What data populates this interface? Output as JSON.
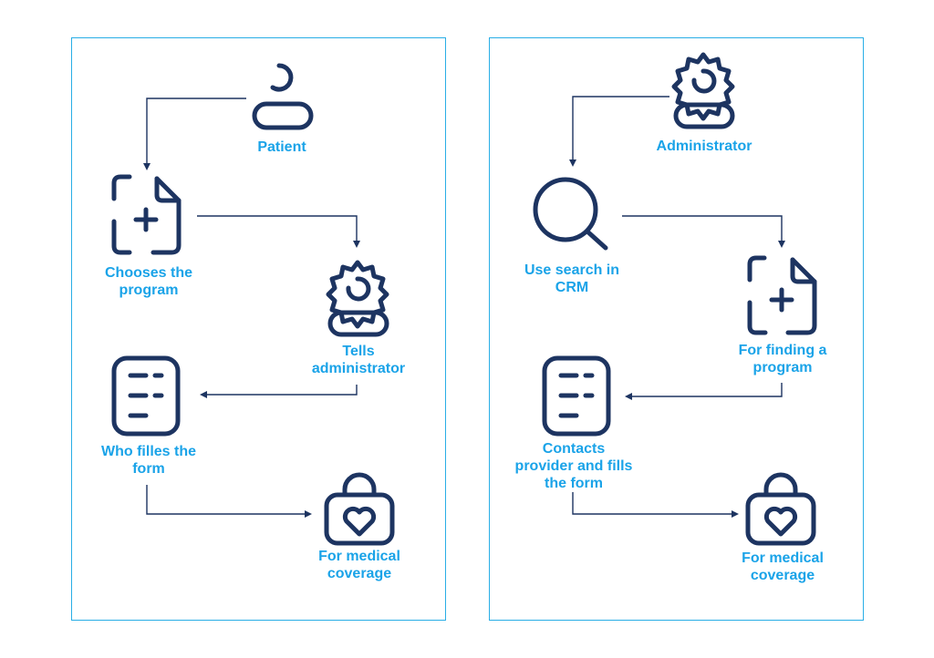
{
  "left_flow": {
    "patient": "Patient",
    "chooses_program": "Chooses the\nprogram",
    "tells_administrator": "Tells\nadministrator",
    "fills_form": "Who filles the\nform",
    "medical_coverage": "For medical\ncoverage"
  },
  "right_flow": {
    "administrator": "Administrator",
    "search_crm": "Use search in\nCRM",
    "finding_program": "For finding a\nprogram",
    "contacts_provider": "Contacts\nprovider and fills\nthe form",
    "medical_coverage": "For medical\ncoverage"
  },
  "colors": {
    "panel_border": "#29aee6",
    "icon": "#1d3461",
    "label": "#1aa3e8"
  },
  "icons": {
    "left": [
      "user-icon",
      "document-plus-icon",
      "admin-gear-icon",
      "list-document-icon",
      "lock-heart-icon"
    ],
    "right": [
      "admin-gear-icon",
      "search-icon",
      "document-plus-icon",
      "list-document-icon",
      "lock-heart-icon"
    ]
  }
}
